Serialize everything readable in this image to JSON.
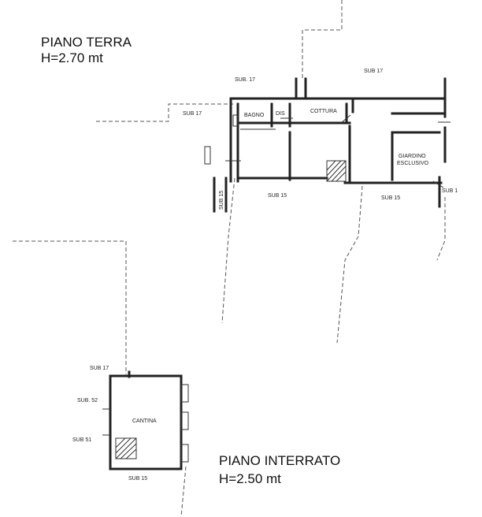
{
  "ground_floor": {
    "title": "PIANO TERRA",
    "height": "H=2.70 mt",
    "labels": {
      "sub17_top": "SUB. 17",
      "sub17_right": "SUB 17",
      "sub17_left": "SUB 17",
      "bagno": "BAGNO",
      "dis": "DIS",
      "cottura": "COTTURA",
      "giardino": "GIARDINO",
      "esclusivo": "ESCLUSIVO",
      "sub1": "SUB 1",
      "sub15_left": "SUB 15",
      "sub15_center": "SUB 15",
      "sub15_right": "SUB 15"
    }
  },
  "basement": {
    "title": "PIANO INTERRATO",
    "height": "H=2.50 mt",
    "labels": {
      "sub17": "SUB 17",
      "sub52": "SUB. 52",
      "sub51": "SUB 51",
      "cantina": "CANTINA",
      "sub15": "SUB 15"
    }
  }
}
